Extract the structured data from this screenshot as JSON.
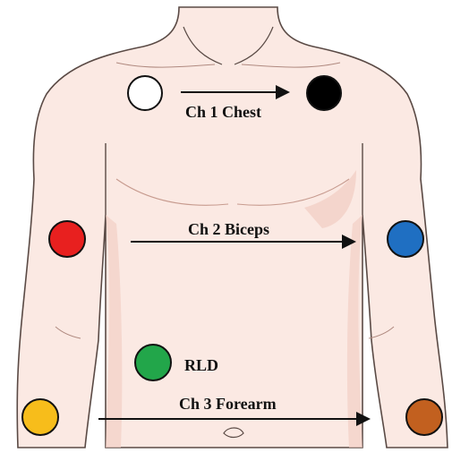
{
  "labels": {
    "ch1": "Ch 1 Chest",
    "ch2": "Ch 2 Biceps",
    "ch3": "Ch 3 Forearm",
    "rld": "RLD"
  },
  "electrode_colors": {
    "chest_left": "#ffffff",
    "chest_right": "#000000",
    "biceps_left": "#e8201f",
    "biceps_right": "#1f6fc2",
    "rld": "#22a64a",
    "forearm_left": "#f7bd1b",
    "forearm_right": "#c2601f"
  },
  "colors": {
    "skin": "#fbe9e3",
    "skin_shade": "#f2cfc5",
    "outline": "#5a4a45",
    "arrow": "#111111"
  }
}
